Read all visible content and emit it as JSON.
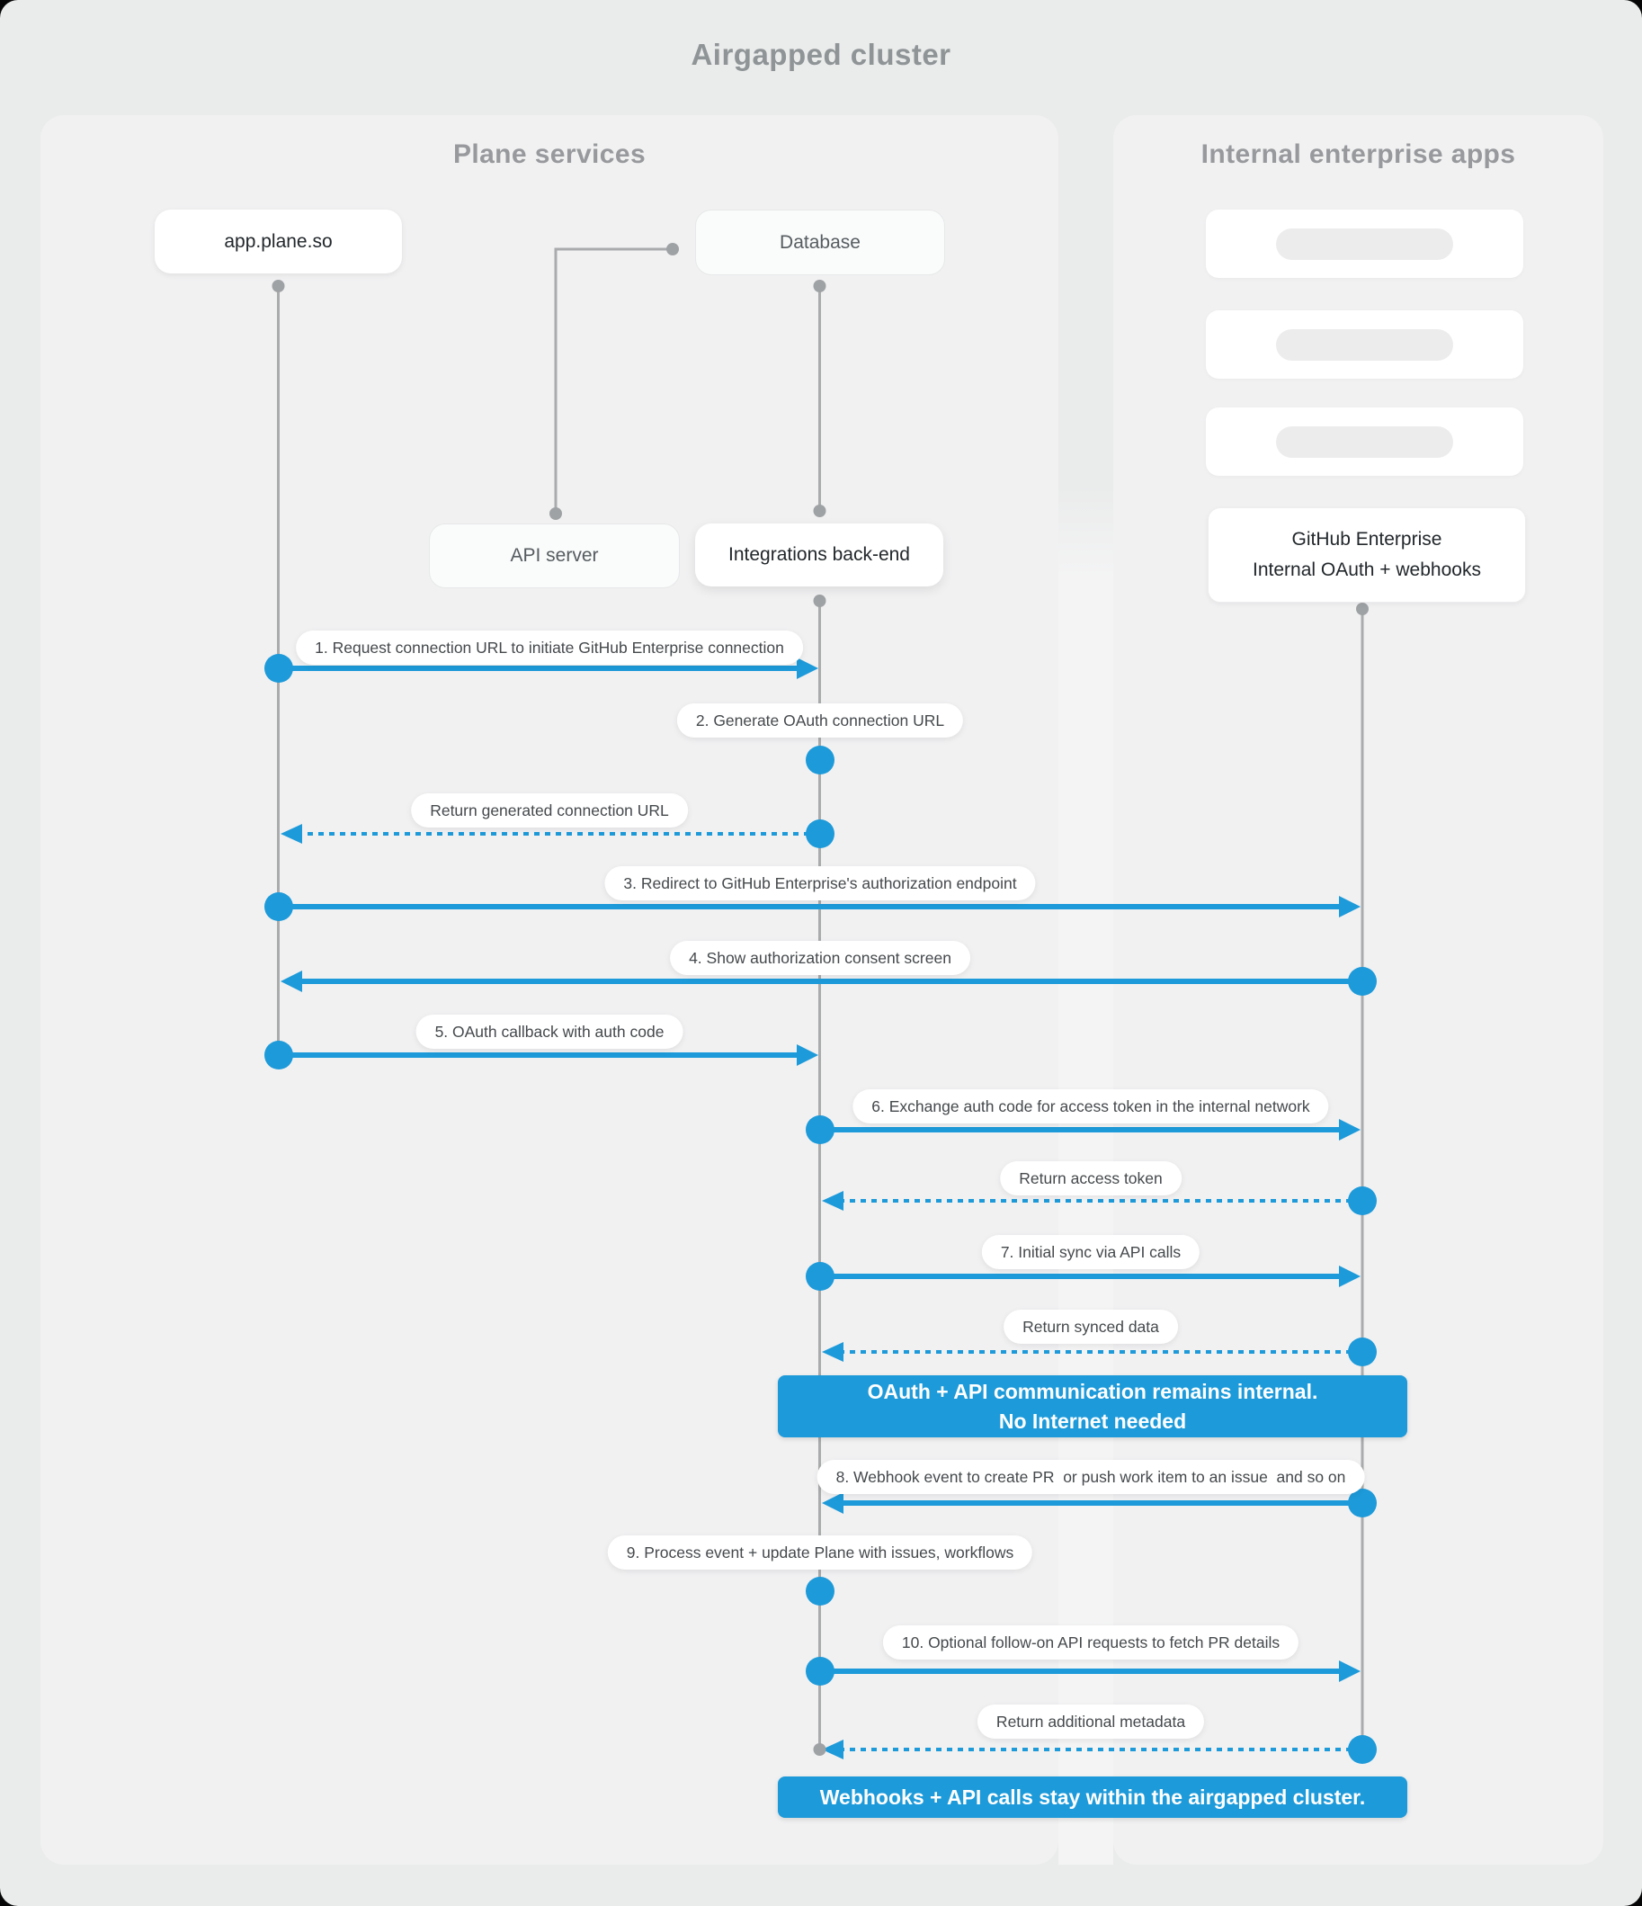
{
  "title": "Airgapped cluster",
  "panels": {
    "left": {
      "header": "Plane services"
    },
    "right": {
      "header": "Internal enterprise apps",
      "placeholder_cards": 3
    }
  },
  "nodes": {
    "app_plane": "app.plane.so",
    "database": "Database",
    "api_server": "API server",
    "integrations": "Integrations back-end",
    "github": "GitHub Enterprise\nInternal OAuth + webhooks"
  },
  "messages": [
    {
      "label": "1. Request connection URL to initiate GitHub Enterprise connection"
    },
    {
      "label": "2. Generate OAuth connection URL"
    },
    {
      "label": "Return generated connection URL"
    },
    {
      "label": "3. Redirect to GitHub Enterprise's authorization endpoint"
    },
    {
      "label": "4. Show authorization consent screen"
    },
    {
      "label": "5. OAuth callback with auth code"
    },
    {
      "label": "6. Exchange auth code for access token in the internal network"
    },
    {
      "label": "Return access token"
    },
    {
      "label": "7. Initial sync via API calls"
    },
    {
      "label": "Return synced data"
    },
    {
      "label": "8. Webhook event to create PR  or push work item to an issue  and so on"
    },
    {
      "label": "9. Process event + update Plane with issues, workflows"
    },
    {
      "label": "10. Optional follow-on API requests to fetch PR details"
    },
    {
      "label": "Return additional metadata"
    }
  ],
  "banners": {
    "internal": "OAuth + API communication remains internal.\nNo Internet needed",
    "airgapped": "Webhooks + API calls stay within the airgapped cluster."
  },
  "colors": {
    "accent_blue": "#1d9ad9",
    "lifeline_gray": "#a9abac",
    "panel_bg": "#f1f1f2",
    "page_bg": "#eaebeb"
  }
}
